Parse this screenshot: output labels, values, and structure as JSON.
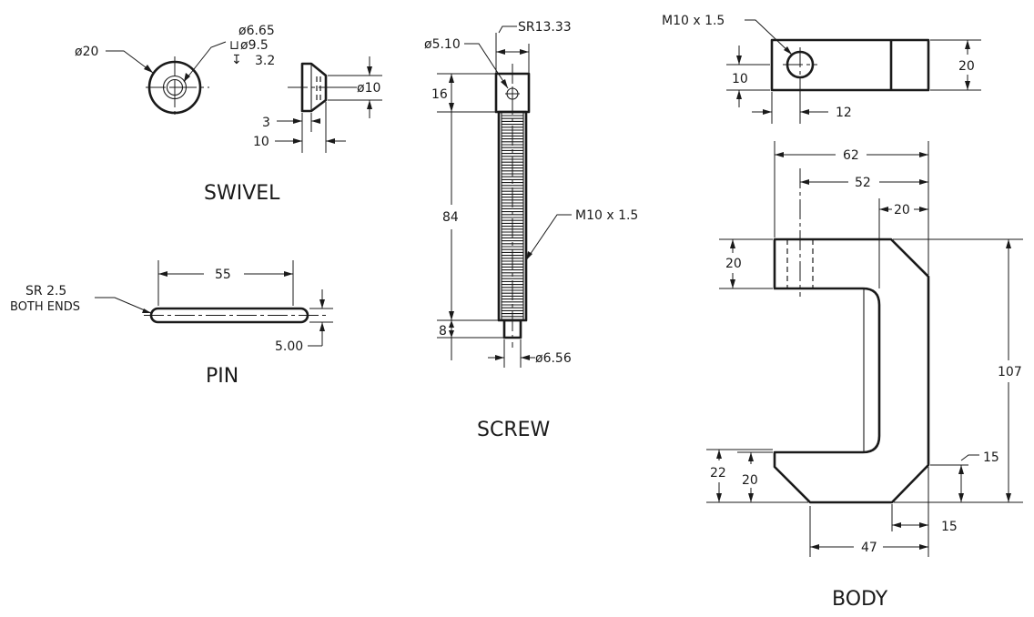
{
  "titles": {
    "swivel": "SWIVEL",
    "pin": "PIN",
    "screw": "SCREW",
    "body": "BODY"
  },
  "swivel": {
    "dia_outer": "ø20",
    "dia_hole": "ø6.65",
    "cbore": "ø9.5",
    "cbore_depth": "3.2",
    "dia_side": "ø10",
    "dim_3": "3",
    "dim_10": "10"
  },
  "pin": {
    "note_line1": "SR 2.5",
    "note_line2": "BOTH ENDS",
    "length": "55",
    "diameter": "5.00"
  },
  "screw": {
    "sr": "SR13.33",
    "hole": "ø5.10",
    "head": "16",
    "shank": "84",
    "tip": "8",
    "tip_dia": "ø6.56",
    "thread": "M10 x 1.5"
  },
  "body": {
    "thread": "M10 x 1.5",
    "d10": "10",
    "d12": "12",
    "d20_top": "20",
    "d62": "62",
    "d52": "52",
    "d20_a": "20",
    "d20_b": "20",
    "d107": "107",
    "d22": "22",
    "d20_c": "20",
    "d15_a": "15",
    "d15_b": "15",
    "d47": "47"
  }
}
